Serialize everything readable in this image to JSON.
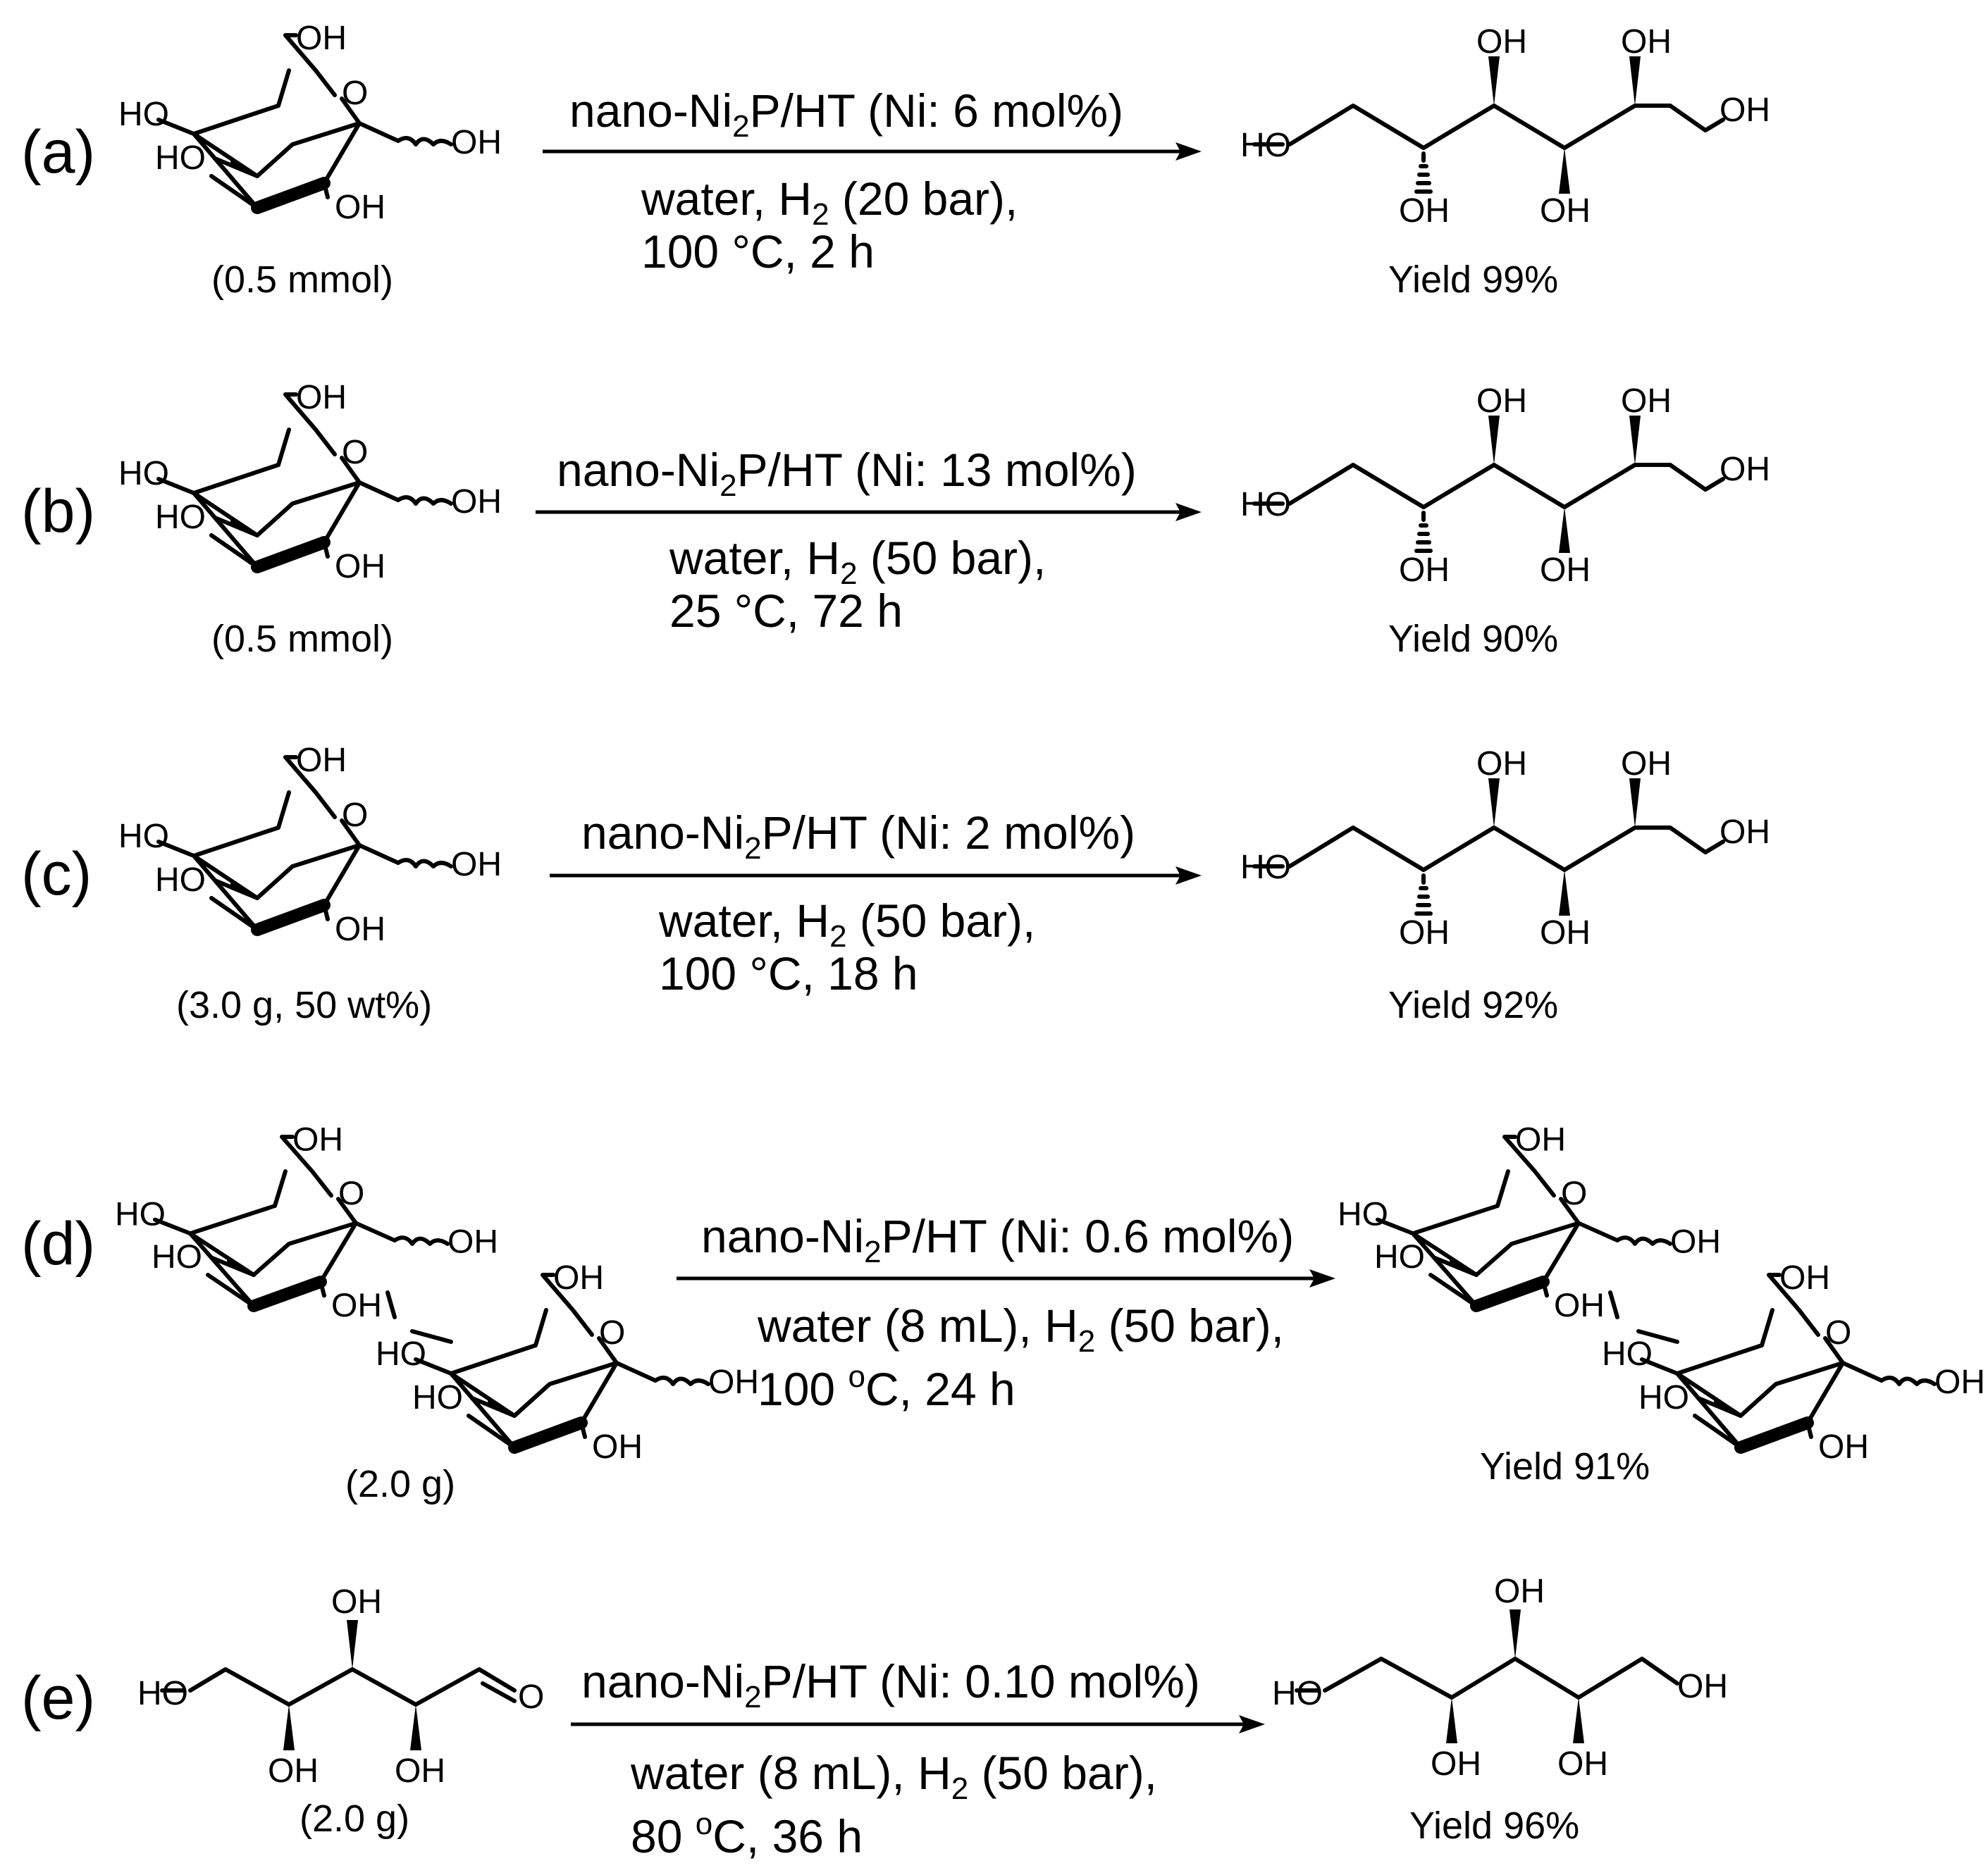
{
  "reactions": [
    {
      "label": "(a)",
      "substrate_amount": "(0.5 mmol)",
      "catalyst": {
        "pre": "nano-Ni",
        "sub": "2",
        "post": "P/HT (Ni: 6 mol%)"
      },
      "gas": {
        "pre": "water, H",
        "sub": "2",
        "post": " (20 bar),"
      },
      "conditions": {
        "pre": "100 °C, 2 h",
        "sup": "",
        "post": ""
      },
      "yield": "Yield  99%"
    },
    {
      "label": "(b)",
      "substrate_amount": "(0.5 mmol)",
      "catalyst": {
        "pre": "nano-Ni",
        "sub": "2",
        "post": "P/HT (Ni: 13 mol%)"
      },
      "gas": {
        "pre": "water, H",
        "sub": "2",
        "post": " (50 bar),"
      },
      "conditions": {
        "pre": "25 °C, 72 h",
        "sup": "",
        "post": ""
      },
      "yield": "Yield  90%"
    },
    {
      "label": "(c)",
      "substrate_amount": "(3.0 g, 50 wt%)",
      "catalyst": {
        "pre": "nano-Ni",
        "sub": "2",
        "post": "P/HT (Ni: 2 mol%)"
      },
      "gas": {
        "pre": "water, H",
        "sub": "2",
        "post": " (50 bar),"
      },
      "conditions": {
        "pre": "100 °C, 18 h",
        "sup": "",
        "post": ""
      },
      "yield": "Yield  92%"
    },
    {
      "label": "(d)",
      "substrate_amount": "(2.0 g)",
      "catalyst": {
        "pre": "nano-Ni",
        "sub": "2",
        "post": "P/HT (Ni: 0.6 mol%)"
      },
      "gas": {
        "pre": "water (8 mL), H",
        "sub": "2",
        "post": " (50 bar),"
      },
      "conditions": {
        "pre": "100 ",
        "sup": "o",
        "post": "C, 24 h"
      },
      "yield": "Yield  91%"
    },
    {
      "label": "(e)",
      "substrate_amount": "(2.0 g)",
      "catalyst": {
        "pre": "nano-Ni",
        "sub": "2",
        "post": "P/HT (Ni: 0.10 mol%)"
      },
      "gas": {
        "pre": "water (8 mL), H",
        "sub": "2",
        "post": " (50 bar),"
      },
      "conditions": {
        "pre": "80 ",
        "sup": "o",
        "post": "C, 36 h"
      },
      "yield": "Yield  96%"
    }
  ],
  "atoms": {
    "oh": "OH",
    "ho": "HO",
    "o": "O"
  }
}
